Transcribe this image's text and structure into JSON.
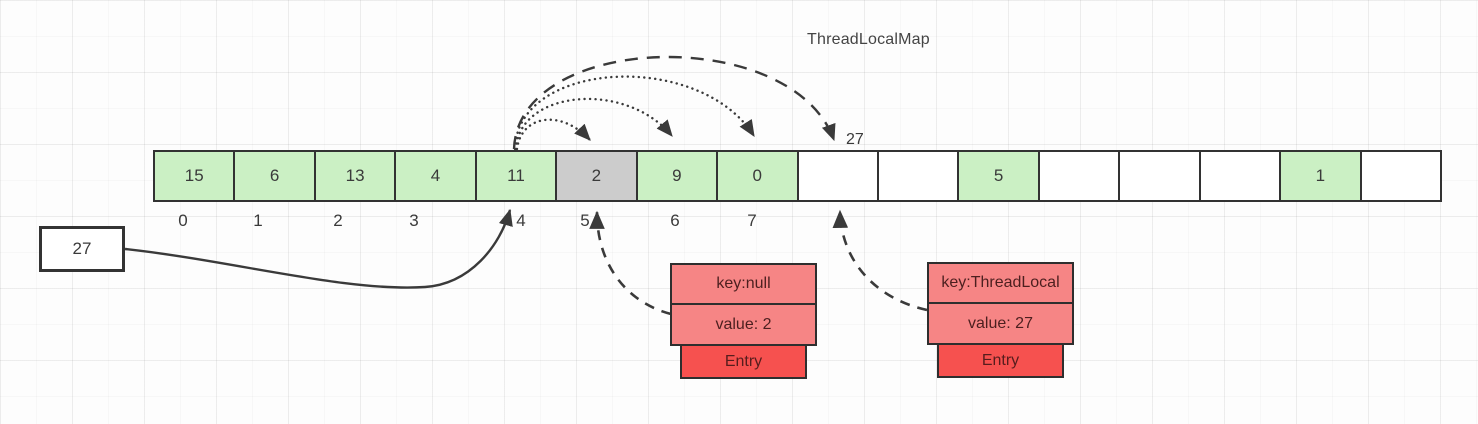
{
  "title": "ThreadLocalMap",
  "array": {
    "cells": [
      {
        "value": "15",
        "state": "filled"
      },
      {
        "value": "6",
        "state": "filled"
      },
      {
        "value": "13",
        "state": "filled"
      },
      {
        "value": "4",
        "state": "filled"
      },
      {
        "value": "11",
        "state": "filled"
      },
      {
        "value": "2",
        "state": "stale"
      },
      {
        "value": "9",
        "state": "filled"
      },
      {
        "value": "0",
        "state": "filled"
      },
      {
        "value": "",
        "state": "empty"
      },
      {
        "value": "",
        "state": "empty"
      },
      {
        "value": "5",
        "state": "filled"
      },
      {
        "value": "",
        "state": "empty"
      },
      {
        "value": "",
        "state": "empty"
      },
      {
        "value": "",
        "state": "empty"
      },
      {
        "value": "1",
        "state": "filled"
      },
      {
        "value": "",
        "state": "empty"
      }
    ],
    "index_labels": [
      "0",
      "1",
      "2",
      "3",
      "4",
      "5",
      "6",
      "7"
    ],
    "insert_index_label": "27"
  },
  "ref_box": {
    "value": "27"
  },
  "entries": [
    {
      "key": "key:null",
      "value": "value: 2",
      "footer": "Entry"
    },
    {
      "key": "key:ThreadLocal",
      "value": "value: 27",
      "footer": "Entry"
    }
  ],
  "arrows": {
    "probe_origin_index": 4,
    "probe_target_indexes": [
      5,
      6,
      7,
      8
    ],
    "ref_box_target_index": 4,
    "entry_links": [
      {
        "entry": "key:null",
        "target_index": 5
      },
      {
        "entry": "key:ThreadLocal",
        "target_index": 8
      }
    ]
  },
  "colors": {
    "cell_filled": "#cbf0c4",
    "cell_stale": "#cccccc",
    "cell_empty": "#ffffff",
    "cell_border": "#323232",
    "entry_row": "#f68585",
    "entry_footer": "#f6514f",
    "line": "#3a3a3a"
  }
}
